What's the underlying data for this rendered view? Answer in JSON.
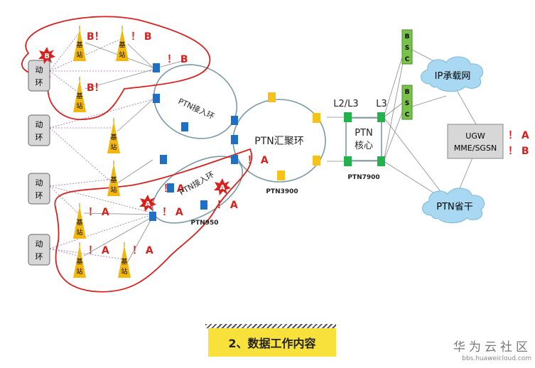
{
  "colors": {
    "ring": "#7a9aa6",
    "alarm_outline": "#d9201c",
    "alarm_text": "#d9201c",
    "blue_node": "#1f6fc4",
    "yellow_node": "#f5c21b",
    "green_node": "#22b14c",
    "bsc_box": "#79c24a",
    "cloud": "#a9d9f2",
    "base_station": "#f2b70f",
    "power_box": "#d7d7d7",
    "caption_bg": "#f7e13a"
  },
  "icons": {
    "base_station": "tower-icon",
    "power_env": "power-env-box-icon",
    "alarm_burst": "alarm-burst-icon",
    "cloud": "cloud-icon"
  },
  "labels": {
    "access_ring_upper": "PTN接入环",
    "access_ring_lower": "PTN接入环",
    "aggregation_ring": "PTN汇聚环",
    "ptn3900": "PTN3900",
    "ptn950": "PTN950",
    "ptn7900": "PTN7900",
    "l2l3": "L2/L3",
    "l3": "L3",
    "ptn_core_line1": "PTN",
    "ptn_core_line2": "核心",
    "ip_cloud": "IP承载网",
    "ptn_province": "PTN省干",
    "ugw_line1": "UGW",
    "ugw_line2": "MME/SGSN",
    "power_env_line1": "动",
    "power_env_line2": "环",
    "base_line1": "基",
    "base_line2": "站",
    "bsc_b": "B",
    "bsc_s": "S",
    "bsc_c": "C"
  },
  "alarms": {
    "burst_b": "B",
    "burst_a": "A",
    "b_bang": "B！",
    "bang_b": "！ B",
    "bang_a": "！ A"
  },
  "caption": "2、数据工作内容",
  "brand": {
    "name": "华为云社区",
    "url": "bbs.huaweicloud.com"
  }
}
